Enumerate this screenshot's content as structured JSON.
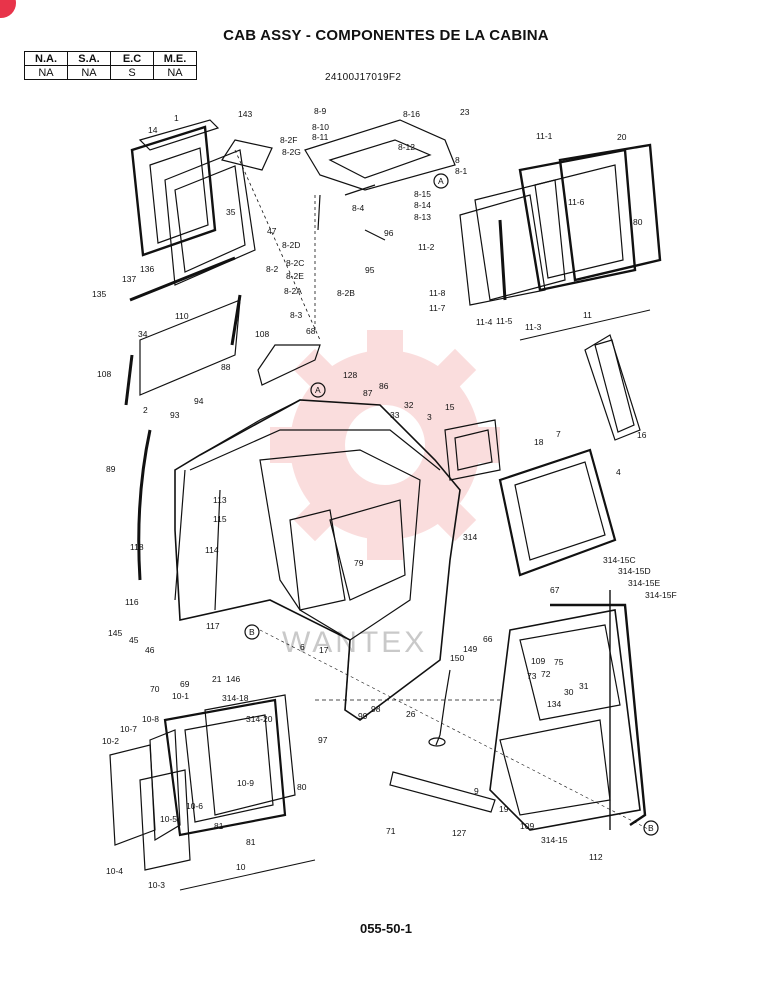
{
  "header": {
    "title": "CAB ASSY - COMPONENTES DE LA CABINA",
    "part_number": "24100J17019F2",
    "page_number": "055-50-1"
  },
  "applicability_table": {
    "headers": [
      "N.A.",
      "S.A.",
      "E.C",
      "M.E."
    ],
    "values": [
      "NA",
      "NA",
      "S",
      "NA"
    ]
  },
  "watermark": {
    "text": "WANTEX",
    "color": "#f2a0a0"
  },
  "callouts": [
    "14",
    "1",
    "143",
    "47",
    "35",
    "137",
    "136",
    "135",
    "34",
    "110",
    "108",
    "2",
    "108",
    "89",
    "118",
    "116",
    "145",
    "45",
    "46",
    "70",
    "69",
    "146",
    "21",
    "10-1",
    "314-18",
    "314-20",
    "10-8",
    "10-7",
    "10-2",
    "10-5",
    "10-6",
    "10-4",
    "10-3",
    "10-9",
    "81",
    "81",
    "80",
    "10",
    "97",
    "99",
    "98",
    "26",
    "68",
    "88",
    "94",
    "93",
    "128",
    "87",
    "86",
    "33",
    "32",
    "3",
    "15",
    "18",
    "7",
    "4",
    "16",
    "113",
    "115",
    "114",
    "117",
    "79",
    "6",
    "17",
    "314",
    "8-9",
    "8-10",
    "8-11",
    "8-2F",
    "8-2G",
    "8-16",
    "23",
    "8-12",
    "8",
    "8-1",
    "8-15",
    "8-14",
    "8-13",
    "8-4",
    "96",
    "8-2D",
    "8-2C",
    "8-2E",
    "8-2A",
    "8-2",
    "8-2B",
    "8-3",
    "95",
    "11-1",
    "20",
    "11-6",
    "80",
    "11-2",
    "11-8",
    "11-7",
    "11-4",
    "11-5",
    "11-3",
    "11",
    "314-15C",
    "314-15D",
    "314-15E",
    "314-15F",
    "67",
    "66",
    "149",
    "150",
    "109",
    "75",
    "72",
    "73",
    "30",
    "31",
    "134",
    "9",
    "19",
    "109",
    "314-15",
    "112",
    "71",
    "127",
    "A",
    "A",
    "B",
    "B"
  ]
}
